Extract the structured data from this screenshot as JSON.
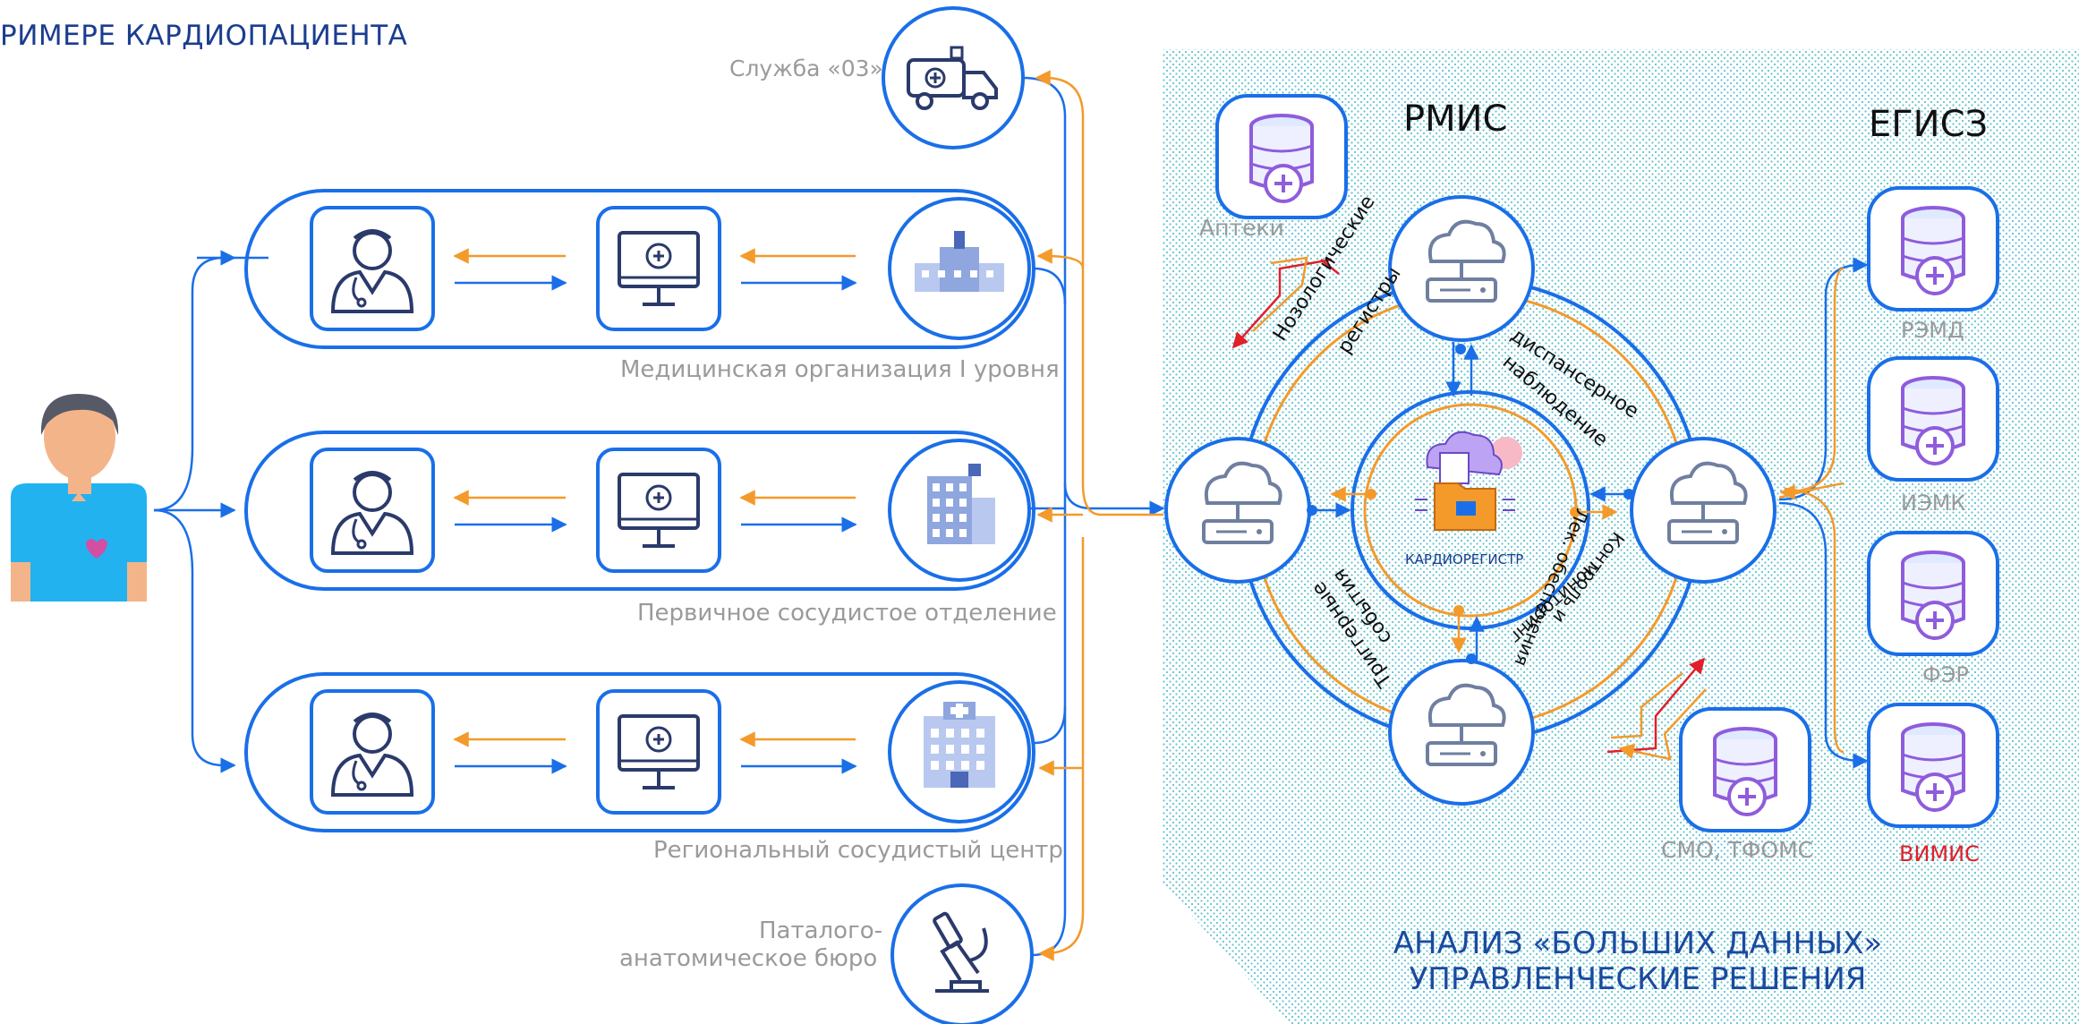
{
  "header": {
    "title": "РИМЕРЕ КАРДИОПАЦИЕНТА"
  },
  "left": {
    "ambulance_label": "Служба «03»",
    "rows": [
      {
        "label": "Медицинская организация I уровня",
        "facility_icon": "clinic-icon"
      },
      {
        "label": "Первичное сосудистое отделение",
        "facility_icon": "building-icon"
      },
      {
        "label": "Региональный сосудистый центр",
        "facility_icon": "hospital-icon"
      }
    ],
    "pathology_label_line1": "Паталого-",
    "pathology_label_line2": "анатомическое бюро"
  },
  "right": {
    "rmis_title": "РМИС",
    "egisz_title": "ЕГИСЗ",
    "pharmacy_label": "Аптеки",
    "center_label": "КАРДИОРЕГИСТР",
    "ring_texts": {
      "top_left_1": "Нозологические",
      "top_left_2": "регистры",
      "top_right_1": "диспансерное",
      "top_right_2": "наблюдение",
      "bottom_left_1": "Триггерные",
      "bottom_left_2": "события",
      "bottom_right_1": "Лек. обеспечения",
      "bottom_right_2": "мониторинг",
      "bottom_right_3": "Контроль и"
    },
    "egisz_items": [
      {
        "label": "РЭМД"
      },
      {
        "label": "ИЭМК"
      },
      {
        "label": "ФЭР"
      },
      {
        "label": "ВИМИС"
      }
    ],
    "smo_label": "СМО, ТФОМС",
    "bottom_line1": "АНАЛИЗ «БОЛЬШИХ ДАННЫХ»",
    "bottom_line2": "УПРАВЛЕНЧЕСКИЕ РЕШЕНИЯ"
  },
  "colors": {
    "blue": "#1a6fe8",
    "orange": "#f39a2b",
    "red": "#e0202a",
    "navy": "#1a3d8f",
    "dots": "#49b9c8",
    "purple": "#8f5cdc"
  }
}
